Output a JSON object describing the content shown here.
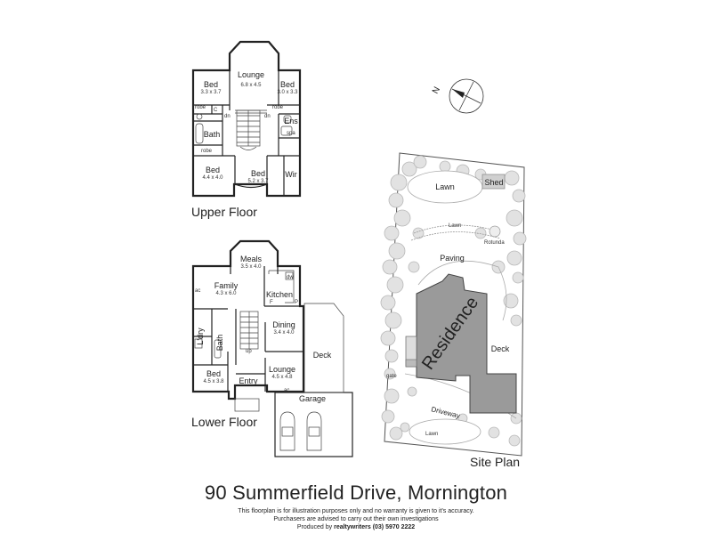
{
  "upper_floor": {
    "title": "Upper Floor",
    "rooms": [
      {
        "name": "Lounge",
        "dims": "6.8 x 4.5"
      },
      {
        "name": "Bed",
        "dims": "3.3 x 3.7"
      },
      {
        "name": "Bed",
        "dims": "3.0 x 3.3"
      },
      {
        "name": "Bath",
        "dims": ""
      },
      {
        "name": "Ens",
        "dims": ""
      },
      {
        "name": "Bed",
        "dims": "4.4 x 4.0"
      },
      {
        "name": "Bed",
        "dims": "5.2 x 3.7"
      },
      {
        "name": "Wir",
        "dims": ""
      }
    ],
    "labels": {
      "robe": "robe",
      "c": "C",
      "dn": "dn",
      "spa": "spa"
    }
  },
  "lower_floor": {
    "title": "Lower Floor",
    "rooms": [
      {
        "name": "Meals",
        "dims": "3.5 x 4.0"
      },
      {
        "name": "Family",
        "dims": "4.3 x 6.0"
      },
      {
        "name": "Kitchen",
        "dims": ""
      },
      {
        "name": "Dining",
        "dims": "3.4 x 4.0"
      },
      {
        "name": "L'dry",
        "dims": ""
      },
      {
        "name": "Bath",
        "dims": ""
      },
      {
        "name": "Bed",
        "dims": "4.5 x 3.8"
      },
      {
        "name": "Lounge",
        "dims": "4.5 x 4.8"
      },
      {
        "name": "Entry",
        "dims": ""
      },
      {
        "name": "Deck",
        "dims": ""
      },
      {
        "name": "Garage",
        "dims": ""
      }
    ],
    "labels": {
      "ac": "ac",
      "dw": "dw",
      "p": "P",
      "f": "F",
      "up": "up"
    }
  },
  "site_plan": {
    "title": "Site Plan",
    "north": "N",
    "labels": {
      "lawn": "Lawn",
      "shed": "Shed",
      "rotunda": "Rotunda",
      "paving": "Paving",
      "residence": "Residence",
      "deck": "Deck",
      "gate": "gate",
      "driveway": "Driveway"
    }
  },
  "footer": {
    "address": "90 Summerfield Drive, Mornington",
    "disclaimer_1": "This floorplan is for illustration purposes only and no warranty is given to it's accuracy.",
    "disclaimer_2": "Purchasers are advised to carry out their own investigations",
    "produced_by": "Produced by",
    "brand": "realtywriters",
    "phone": "(03) 5970 2222"
  }
}
